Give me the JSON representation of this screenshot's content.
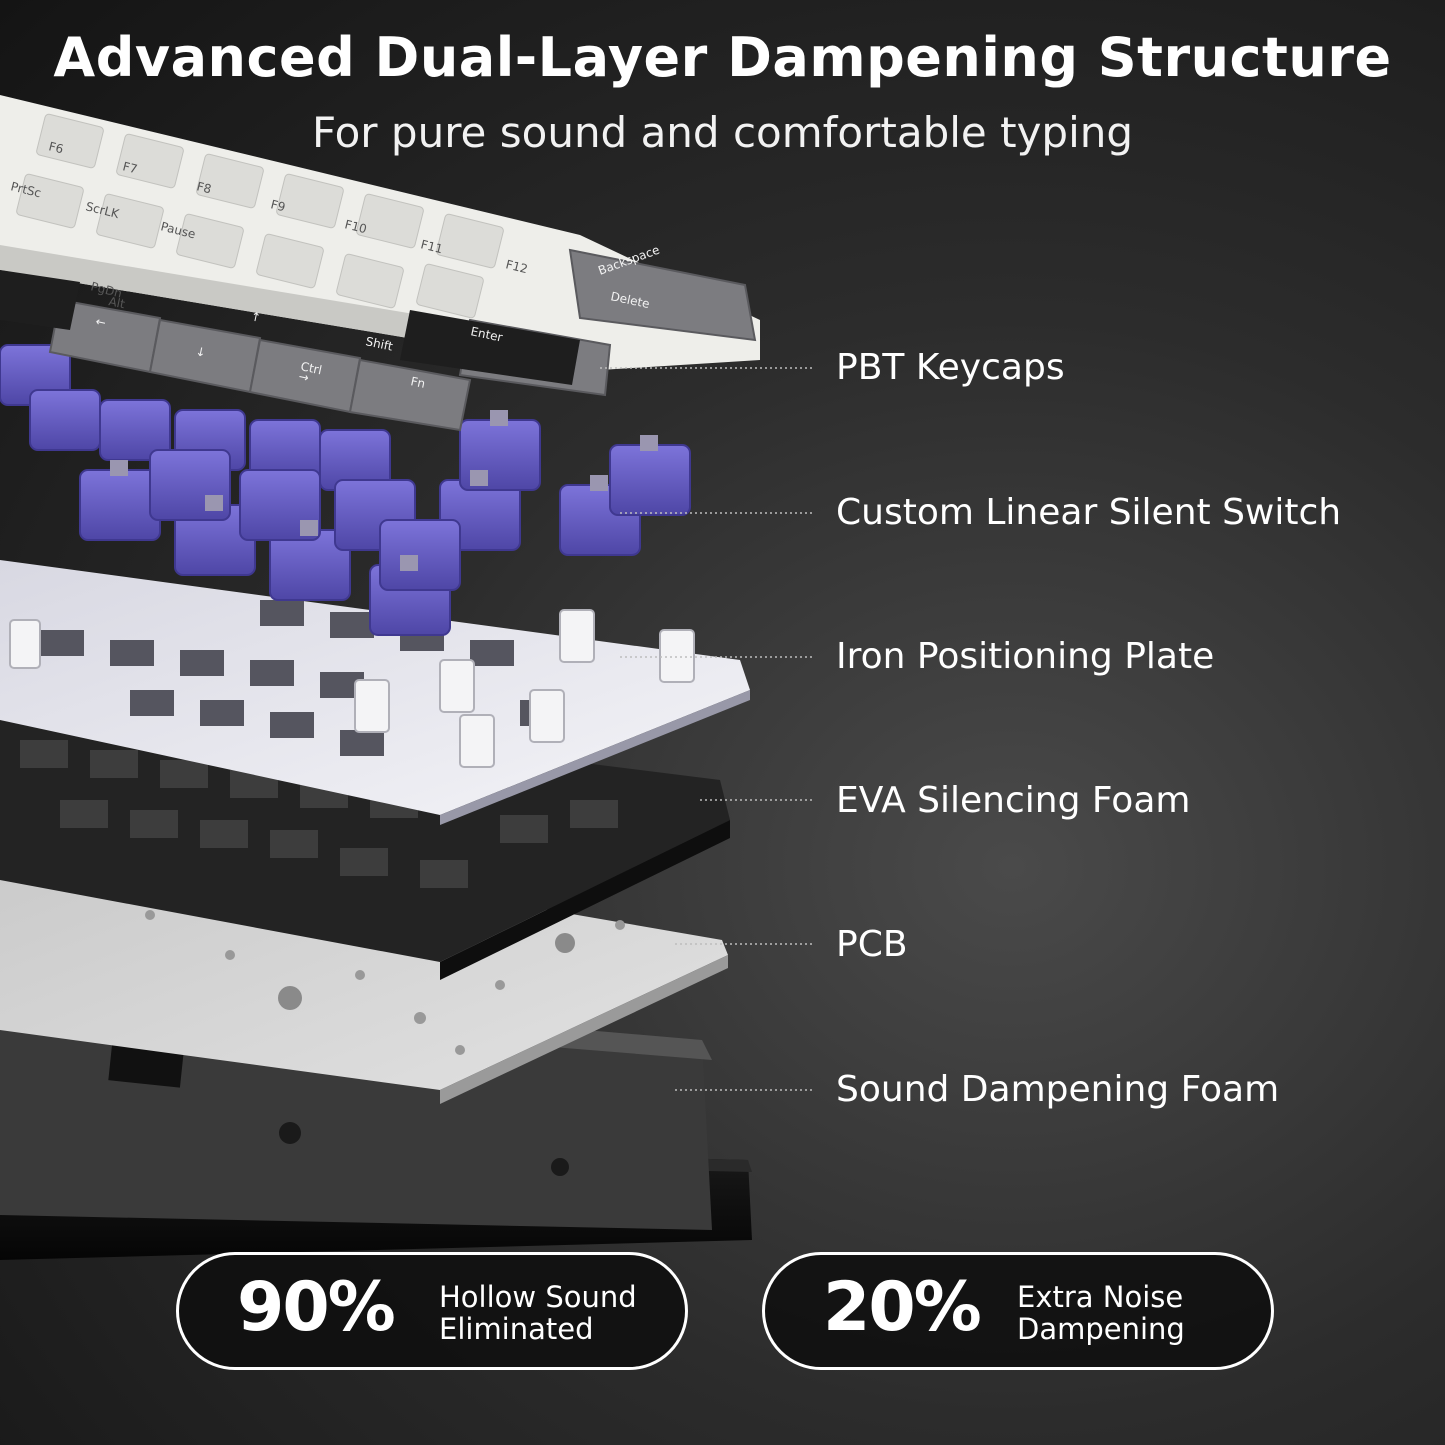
{
  "header": {
    "title": "Advanced Dual-Layer Dampening Structure",
    "subtitle": "For pure sound and comfortable typing"
  },
  "layers": [
    {
      "label": "PBT Keycaps"
    },
    {
      "label": "Custom Linear Silent Switch"
    },
    {
      "label": "Iron Positioning Plate"
    },
    {
      "label": "EVA Silencing Foam"
    },
    {
      "label": "PCB"
    },
    {
      "label": "Sound Dampening Foam"
    }
  ],
  "keycap_legends": [
    "Backspace",
    "Delete",
    "Enter",
    "Shift",
    "Ctrl",
    "Fn",
    "Alt",
    "F6",
    "F7",
    "F8",
    "F9",
    "F10",
    "F11",
    "F12",
    "PrtSc",
    "ScrLK",
    "Pause",
    "PgDn",
    "←",
    "↓",
    "→",
    "↑"
  ],
  "stats": [
    {
      "value": "90%",
      "line1": "Hollow Sound",
      "line2": "Eliminated"
    },
    {
      "value": "20%",
      "line1": "Extra Noise",
      "line2": "Dampening"
    }
  ],
  "colors": {
    "switch_purple": "#6a62c8",
    "keycap_white": "#eeeeea",
    "keycap_gray": "#7c7c80",
    "plate": "#e4e4ec",
    "pcb": "#cfcfcf",
    "foam": "#2a2a2a"
  }
}
